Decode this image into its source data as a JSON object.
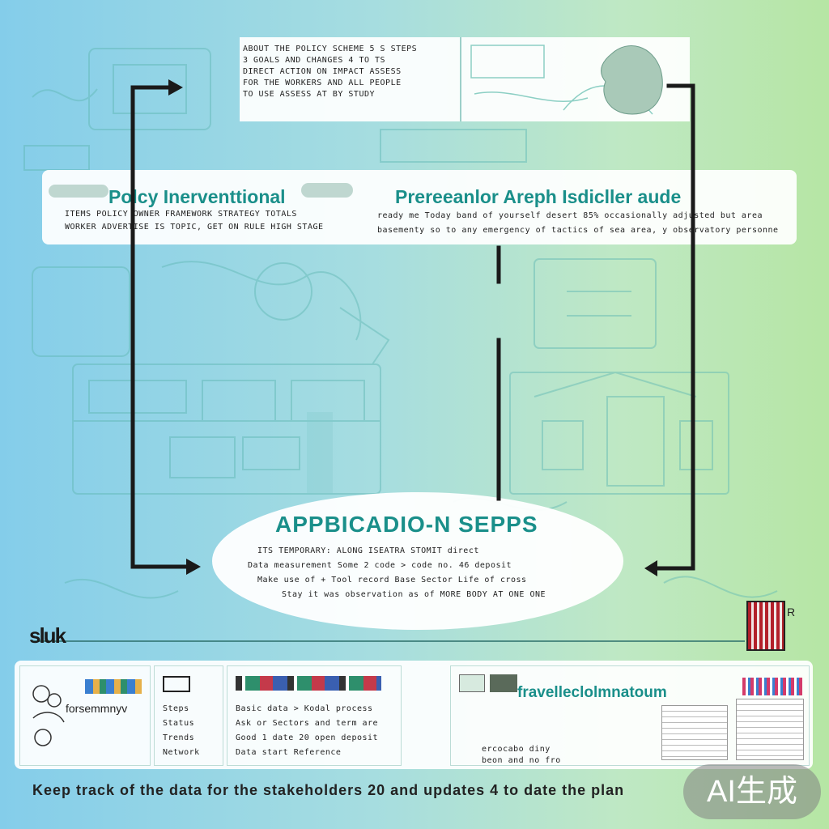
{
  "top_panel": {
    "text_lines": [
      "ABOUT THE POLICY SCHEME 5 S STEPS",
      "3 GOALS AND CHANGES 4 TO TS",
      "DIRECT ACTION ON IMPACT ASSESS",
      "FOR THE WORKERS AND ALL PEOPLE",
      "TO USE ASSESS AT BY STUDY"
    ]
  },
  "left_section": {
    "title": "Polcy Inerventtional",
    "lines": [
      "ITEMS POLICY OWNER FRAMEWORK STRATEGY TOTALS",
      "WORKER ADVERTISE IS TOPIC, GET ON RULE HIGH STAGE"
    ]
  },
  "right_section": {
    "title": "Prereeanlor Areph Isdicller aude",
    "lines": [
      "ready me Today band of yourself desert 85% occasionally adjusted but area",
      "basementy so to any emergency of tactics of sea area, y observatory personnel."
    ]
  },
  "applications": {
    "title": "APPBICADIO-N SEPPS",
    "lines": [
      "ITS TEMPORARY: ALONG ISEATRA STOMIT direct",
      "Data measurement Some 2 code > code no. 46 deposit",
      "Make use of + Tool record Base Sector Life of cross",
      "Stay it was observation as of MORE BODY AT ONE ONE"
    ]
  },
  "divider_label_left": "sluk",
  "divider_label_right": "R",
  "bottom_strip": {
    "card1": {
      "label": "forsemmnyv",
      "items": [
        "Steps",
        "Status",
        "Trends",
        "Network"
      ]
    },
    "card2": {
      "lines": [
        "Basic data > Kodal process",
        "Ask or Sectors and term are",
        "Good 1 date 20 open deposit",
        "Data start Reference"
      ]
    },
    "card3": {
      "title": "fravelleclolmnatoum",
      "lines": [
        "ercocabo diny",
        "beon and no fro"
      ]
    }
  },
  "bottom_text": "Keep track of the data for the stakeholders 20 and updates 4 to date the plan",
  "badge": "AI生成",
  "colors": {
    "accent": "#1a8f8a",
    "arrow": "#1a1a1a"
  }
}
